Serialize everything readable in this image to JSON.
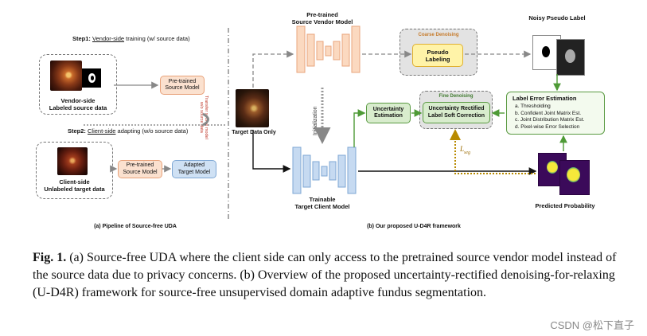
{
  "panel_a": {
    "step1_label": "Step1:",
    "step1_vendor": "Vendor-side",
    "step1_rest": "training (w/ source data)",
    "vendor_caption_1": "Vendor-side",
    "vendor_caption_2": "Labeled source data",
    "pretrained_1_line1": "Pre-trained",
    "pretrained_1_line2": "Source Model",
    "transfer_1": "Transfer source model",
    "transfer_2": "w/o source data",
    "step2_label": "Step2:",
    "step2_client": "Client-side",
    "step2_rest": "adapting (w/o source data)",
    "client_caption_1": "Client-side",
    "client_caption_2": "Unlabeled target data",
    "pretrained_2_line1": "Pre-trained",
    "pretrained_2_line2": "Source Model",
    "adapted_line1": "Adapted",
    "adapted_line2": "Target Model",
    "subtitle": "(a) Pipeline of Source-free UDA"
  },
  "panel_b": {
    "source_model_title_1": "Pre-trained",
    "source_model_title_2": "Source Vendor Model",
    "target_data": "Target Data Only",
    "initialization": "Initialization",
    "target_model_1": "Trainable",
    "target_model_2": "Target Client Model",
    "coarse_title": "Coarse Denoising",
    "pseudo_line1": "Pseudo",
    "pseudo_line2": "Labeling",
    "noisy_label": "Noisy Pseudo Label",
    "uncertainty_1": "Uncertainty",
    "uncertainty_2": "Estimation",
    "fine_title": "Fine Denoising",
    "rectified_1": "Uncertainty Rectified",
    "rectified_2": "Label Soft Correction",
    "label_error_title": "Label Error Estimation",
    "label_error_items": [
      "a.  Thresholding",
      "b.  Confident Joint Matrix Est.",
      "c.  Joint Distribution Matrix Est.",
      "d.  Pixel-wise Error Selection"
    ],
    "loss_symbol": "L",
    "loss_sub": "seg",
    "predicted": "Predicted Probability",
    "subtitle": "(b) Our proposed U-D4R framework"
  },
  "caption": {
    "fig_label": "Fig. 1.",
    "text": "(a) Source-free UDA where the client side can only access to the pretrained source vendor model instead of the source data due to privacy concerns. (b) Overview of the proposed uncertainty-rectified denoising-for-relaxing (U-D4R) framework for source-free unsupervised domain adaptive fundus segmentation."
  },
  "watermark": "CSDN @松下直子",
  "colors": {
    "orange_fill": "#fbe1cf",
    "blue_fill": "#cfe1f4",
    "green_fill": "#d8eccd",
    "yellow_fill": "#fff3a8",
    "red_text": "#c0392b",
    "prob_purple": "#3b0a5a"
  }
}
